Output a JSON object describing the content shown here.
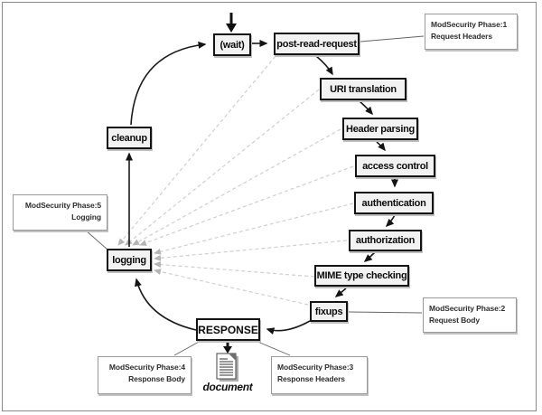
{
  "diagram": {
    "stages": {
      "wait": "(wait)",
      "post_read_request": "post-read-request",
      "uri_translation": "URI translation",
      "header_parsing": "Header parsing",
      "access_control": "access control",
      "authentication": "authentication",
      "authorization": "authorization",
      "mime_type_checking": "MIME type checking",
      "fixups": "fixups",
      "response": "RESPONSE",
      "logging": "logging",
      "cleanup": "cleanup"
    },
    "annotations": {
      "phase1": {
        "title": "ModSecurity Phase:1",
        "subtitle": "Request Headers"
      },
      "phase2": {
        "title": "ModSecurity Phase:2",
        "subtitle": "Request Body"
      },
      "phase3": {
        "title": "ModSecurity Phase:3",
        "subtitle": "Response Headers"
      },
      "phase4": {
        "title": "ModSecurity Phase:4",
        "subtitle": "Response Body"
      },
      "phase5": {
        "title": "ModSecurity Phase:5",
        "subtitle": "Logging"
      }
    },
    "document_label": "document",
    "colors": {
      "stage_fill": "#f2f2f2",
      "stage_border": "#141414",
      "flow_line": "#1a1a1a",
      "dashed_line": "#cfcfcf",
      "dashed_arrowhead": "#b5b5b5",
      "annotation_border": "#9a9a9a",
      "annotation_text": "#2e2e2e"
    }
  }
}
